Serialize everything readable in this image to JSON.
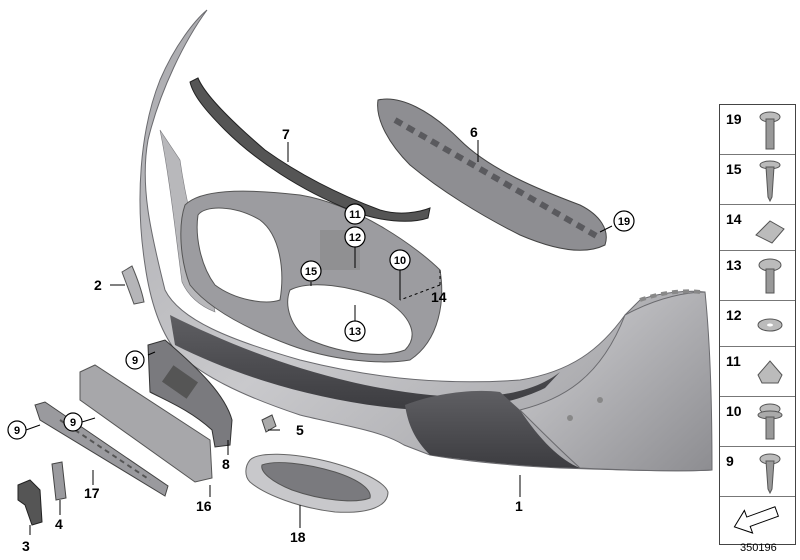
{
  "diagram": {
    "callouts": [
      "1",
      "2",
      "3",
      "4",
      "5",
      "6",
      "7",
      "8",
      "9",
      "10",
      "11",
      "12",
      "13",
      "14",
      "15",
      "16",
      "17",
      "18",
      "19"
    ],
    "circled_callouts": [
      "9",
      "9",
      "9",
      "10",
      "11",
      "12",
      "13",
      "15",
      "19"
    ]
  },
  "legend": {
    "items": [
      {
        "number": "19",
        "icon": "torx-screw-icon"
      },
      {
        "number": "15",
        "icon": "self-tapping-screw-icon"
      },
      {
        "number": "14",
        "icon": "spring-nut-icon"
      },
      {
        "number": "13",
        "icon": "screw-with-washer-icon"
      },
      {
        "number": "12",
        "icon": "washer-icon"
      },
      {
        "number": "11",
        "icon": "expanding-nut-icon"
      },
      {
        "number": "10",
        "icon": "collar-screw-icon"
      },
      {
        "number": "9",
        "icon": "tapping-screw-icon"
      },
      {
        "number": "",
        "icon": "arrow-pointer-icon"
      }
    ]
  },
  "reference_number": "350196"
}
